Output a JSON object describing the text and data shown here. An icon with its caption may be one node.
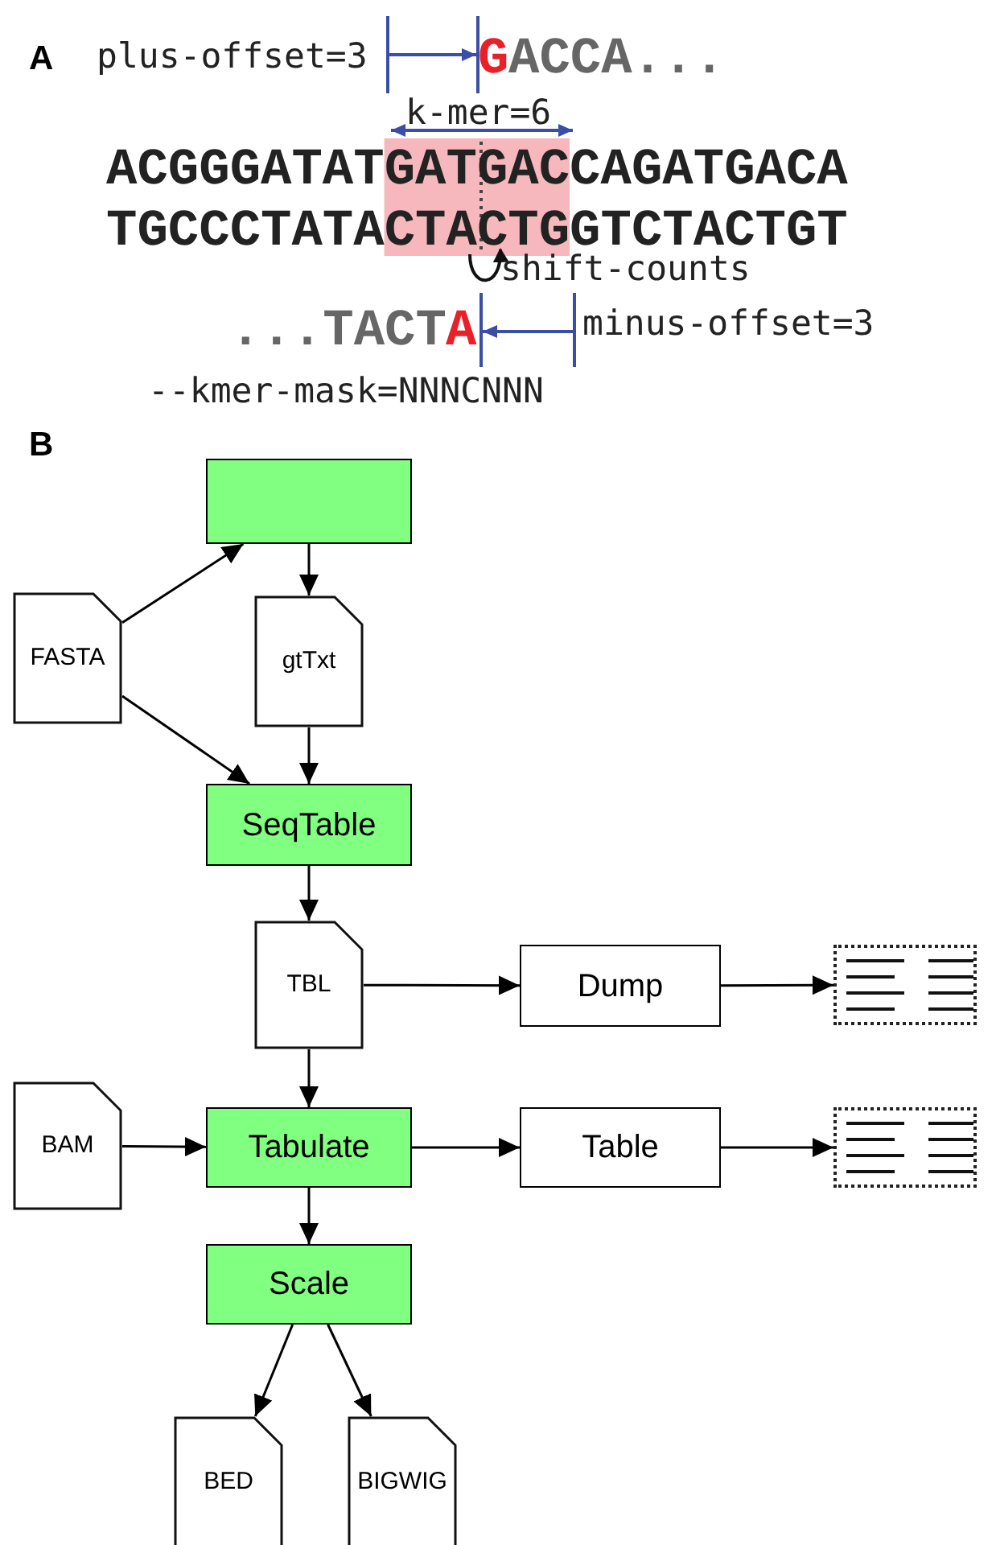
{
  "diagram": {
    "nodes": [
      {
        "text": [],
        "shape": "box"
      },
      {
        "text": [
          "FASTA"
        ]
      },
      {
        "text": [
          "gtTxt"
        ]
      },
      {
        "text": [
          "SeqTable"
        ]
      },
      {
        "text": [
          "TBL"
        ]
      },
      {
        "text": [
          "Dump"
        ]
      },
      {
        "text": [],
        "shape": "table"
      },
      {
        "text": [
          "BAM"
        ]
      },
      {
        "text": [
          "Tabulate"
        ]
      },
      {
        "text": [
          "Table"
        ]
      },
      {
        "text": [],
        "shape": "table"
      },
      {
        "text": [
          "Scale"
        ]
      },
      {
        "text": [
          "BED"
        ]
      },
      {
        "text": [
          "BIGWIG"
        ]
      }
    ],
    "edges": [
      {
        "from": 1,
        "to": 0,
        "arrow": "to"
      },
      {
        "from": 1,
        "to": 3,
        "arrow": "to"
      },
      {
        "from": 0,
        "to": 2,
        "arrow": "to"
      },
      {
        "from": 2,
        "to": 3,
        "arrow": "to"
      },
      {
        "from": 3,
        "to": 4,
        "arrow": "to"
      },
      {
        "from": 4,
        "to": 5,
        "arrow": "to"
      },
      {
        "from": 5,
        "to": 6,
        "arrow": "to"
      },
      {
        "from": 4,
        "to": 8,
        "arrow": "to"
      },
      {
        "from": 7,
        "to": 8,
        "arrow": "to"
      },
      {
        "from": 8,
        "to": 9,
        "arrow": "to"
      },
      {
        "from": 9,
        "to": 10,
        "arrow": "to"
      },
      {
        "from": 8,
        "to": 11,
        "arrow": "to"
      },
      {
        "from": 11,
        "to": 12,
        "arrow": "to"
      },
      {
        "from": 11,
        "to": 13,
        "arrow": "to"
      }
    ],
    "labels": [
      "A",
      "plus-offset=3",
      "G",
      "ACCA...",
      "k-mer=6",
      "ACGGGATATGATGACCAGATGACA",
      "TGCCCTATACTACTGGTCTACTGT",
      "shift-counts",
      "...TACT",
      "A",
      "minus-offset=3",
      "--kmer-mask=NNNCNNN",
      "B"
    ]
  }
}
